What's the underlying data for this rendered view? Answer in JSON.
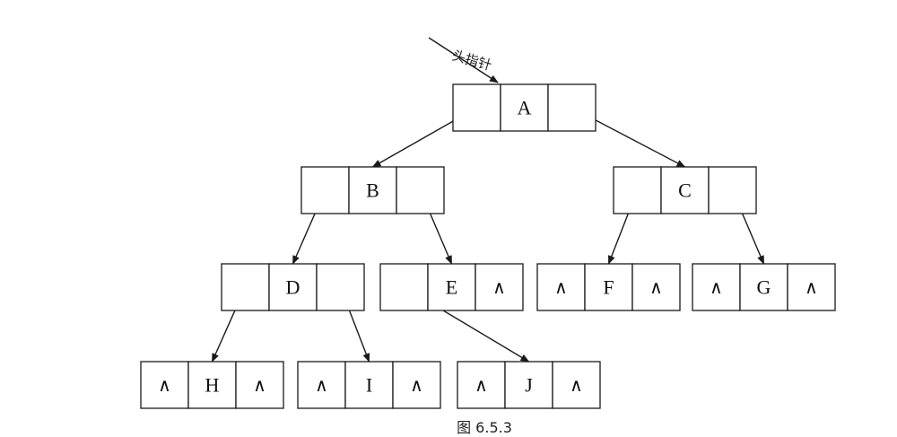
{
  "head_pointer_label": "头指针",
  "caption": "图 6.5.3",
  "null_symbol": "∧",
  "nodes": [
    {
      "id": "A",
      "label": "A",
      "left_null": false,
      "right_null": false
    },
    {
      "id": "B",
      "label": "B",
      "left_null": false,
      "right_null": false
    },
    {
      "id": "C",
      "label": "C",
      "left_null": false,
      "right_null": false
    },
    {
      "id": "D",
      "label": "D",
      "left_null": false,
      "right_null": false
    },
    {
      "id": "E",
      "label": "E",
      "left_null": false,
      "right_null": true
    },
    {
      "id": "F",
      "label": "F",
      "left_null": true,
      "right_null": true
    },
    {
      "id": "G",
      "label": "G",
      "left_null": true,
      "right_null": true
    },
    {
      "id": "H",
      "label": "H",
      "left_null": true,
      "right_null": true
    },
    {
      "id": "I",
      "label": "I",
      "left_null": true,
      "right_null": true
    },
    {
      "id": "J",
      "label": "J",
      "left_null": true,
      "right_null": true
    }
  ],
  "edges": [
    {
      "from": "A",
      "side": "left",
      "to": "B"
    },
    {
      "from": "A",
      "side": "right",
      "to": "C"
    },
    {
      "from": "B",
      "side": "left",
      "to": "D"
    },
    {
      "from": "B",
      "side": "right",
      "to": "E"
    },
    {
      "from": "C",
      "side": "left",
      "to": "F"
    },
    {
      "from": "C",
      "side": "right",
      "to": "G"
    },
    {
      "from": "D",
      "side": "left",
      "to": "H"
    },
    {
      "from": "D",
      "side": "right",
      "to": "I"
    },
    {
      "from": "E",
      "side": "left",
      "to": "J"
    }
  ]
}
